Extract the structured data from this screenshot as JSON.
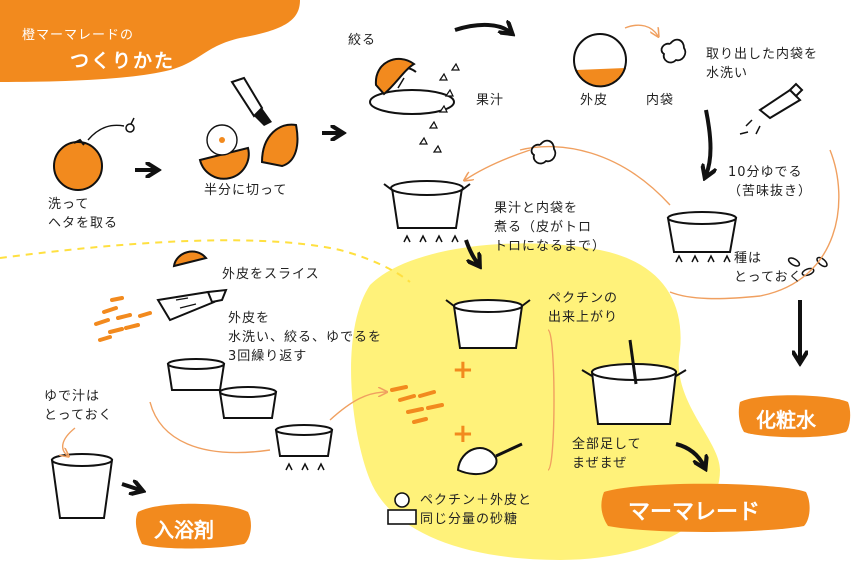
{
  "header": {
    "line1": "橙マーマレードの",
    "line2": "つくりかた"
  },
  "steps": {
    "wash": "洗って\nヘタを取る",
    "halve": "半分に切って",
    "squeeze": "絞る",
    "juice": "果汁",
    "outer_peel": "外皮",
    "inner_bag": "内袋",
    "remove_wash": "取り出した内袋を\n水洗い",
    "boil10": "10分ゆでる\n（苦味抜き）",
    "simmer": "果汁と内袋を\n煮る（皮がトロ\nトロになるまで）",
    "seeds": "種は\nとっておく",
    "slice": "外皮をスライス",
    "repeat": "外皮を\n水洗い、絞る、ゆでるを\n3回繰り返す",
    "boiled_water": "ゆで汁は\nとっておく",
    "pectin_done": "ペクチンの\n出来上がり",
    "sugar": "ペクチン＋外皮と\n同じ分量の砂糖",
    "combine": "全部足して\nまぜまぜ"
  },
  "results": {
    "lotion": "化粧水",
    "bath": "入浴剤",
    "marmalade": "マーマレード"
  },
  "colors": {
    "orange": "#f28a1e",
    "yellow": "#fff27a",
    "ink": "#111111",
    "arrow_thin": "#f0a060"
  }
}
